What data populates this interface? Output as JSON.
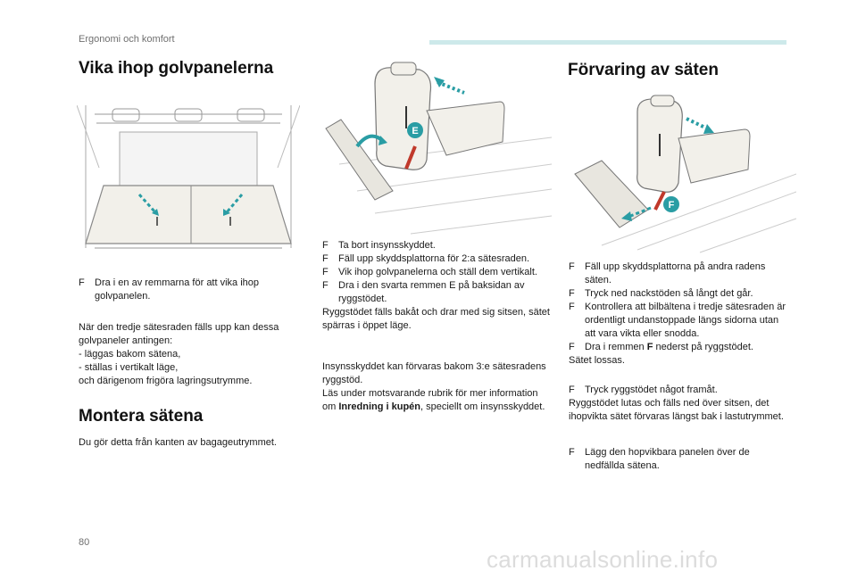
{
  "header": {
    "section_title": "Ergonomi och komfort"
  },
  "page_number": "80",
  "watermark": "carmanualsonline.info",
  "left_column": {
    "heading": "Vika ihop golvpanelerna",
    "step": {
      "marker": "F",
      "text": "Dra i en av remmarna för att vika ihop golvpanelen."
    },
    "paragraph": {
      "intro": "När den tredje sätesraden fälls upp kan dessa golvpaneler antingen:",
      "items": [
        "-  läggas bakom sätena,",
        "-  ställas i vertikalt läge,"
      ],
      "outro": "och därigenom frigöra lagringsutrymme."
    },
    "heading2": "Montera sätena",
    "paragraph2": "Du gör detta från kanten av bagageutrymmet."
  },
  "middle_column": {
    "figure_label": "E",
    "steps": [
      {
        "marker": "F",
        "text": "Ta bort insynsskyddet."
      },
      {
        "marker": "F",
        "text": "Fäll upp skyddsplattorna för 2:a sätesraden."
      },
      {
        "marker": "F",
        "text": "Vik ihop golvpanelerna och ställ dem vertikalt."
      },
      {
        "marker": "F",
        "text": "Dra i den svarta remmen E på baksidan av ryggstödet."
      }
    ],
    "result": "Ryggstödet fälls bakåt och drar med sig sitsen, sätet spärras i öppet läge.",
    "note": "Insynsskyddet kan förvaras bakom 3:e sätesradens ryggstöd.",
    "ref_pre": "Läs under motsvarande rubrik för mer information om ",
    "ref_bold": "Inredning i kupén",
    "ref_post": ", speciellt om insynsskyddet."
  },
  "right_column": {
    "heading": "Förvaring av säten",
    "figure_label": "F",
    "steps": [
      {
        "marker": "F",
        "text": "Fäll upp skyddsplattorna på andra radens säten."
      },
      {
        "marker": "F",
        "text": "Tryck ned nackstöden så långt det går."
      },
      {
        "marker": "F",
        "text": "Kontrollera att bilbältena i tredje sätesraden är ordentligt undanstoppade längs sidorna utan att vara vikta eller snodda."
      }
    ],
    "strap_step": {
      "marker": "F",
      "pre": "Dra i remmen ",
      "bold": "F",
      "post": " nederst på ryggstödet."
    },
    "strap_result": "Sätet lossas.",
    "tilt_step": {
      "marker": "F",
      "text": "Tryck ryggstödet något framåt."
    },
    "tilt_result": "Ryggstödet lutas och fälls ned över sitsen, det ihopvikta sätet förvaras längst bak i lastutrymmet.",
    "last_step": {
      "marker": "F",
      "text": "Lägg den hopvikbara panelen över de nedfällda sätena."
    }
  },
  "colors": {
    "accent": "#2a9da4",
    "header_rule": "#cde9ea",
    "strap": "#c0392b"
  }
}
